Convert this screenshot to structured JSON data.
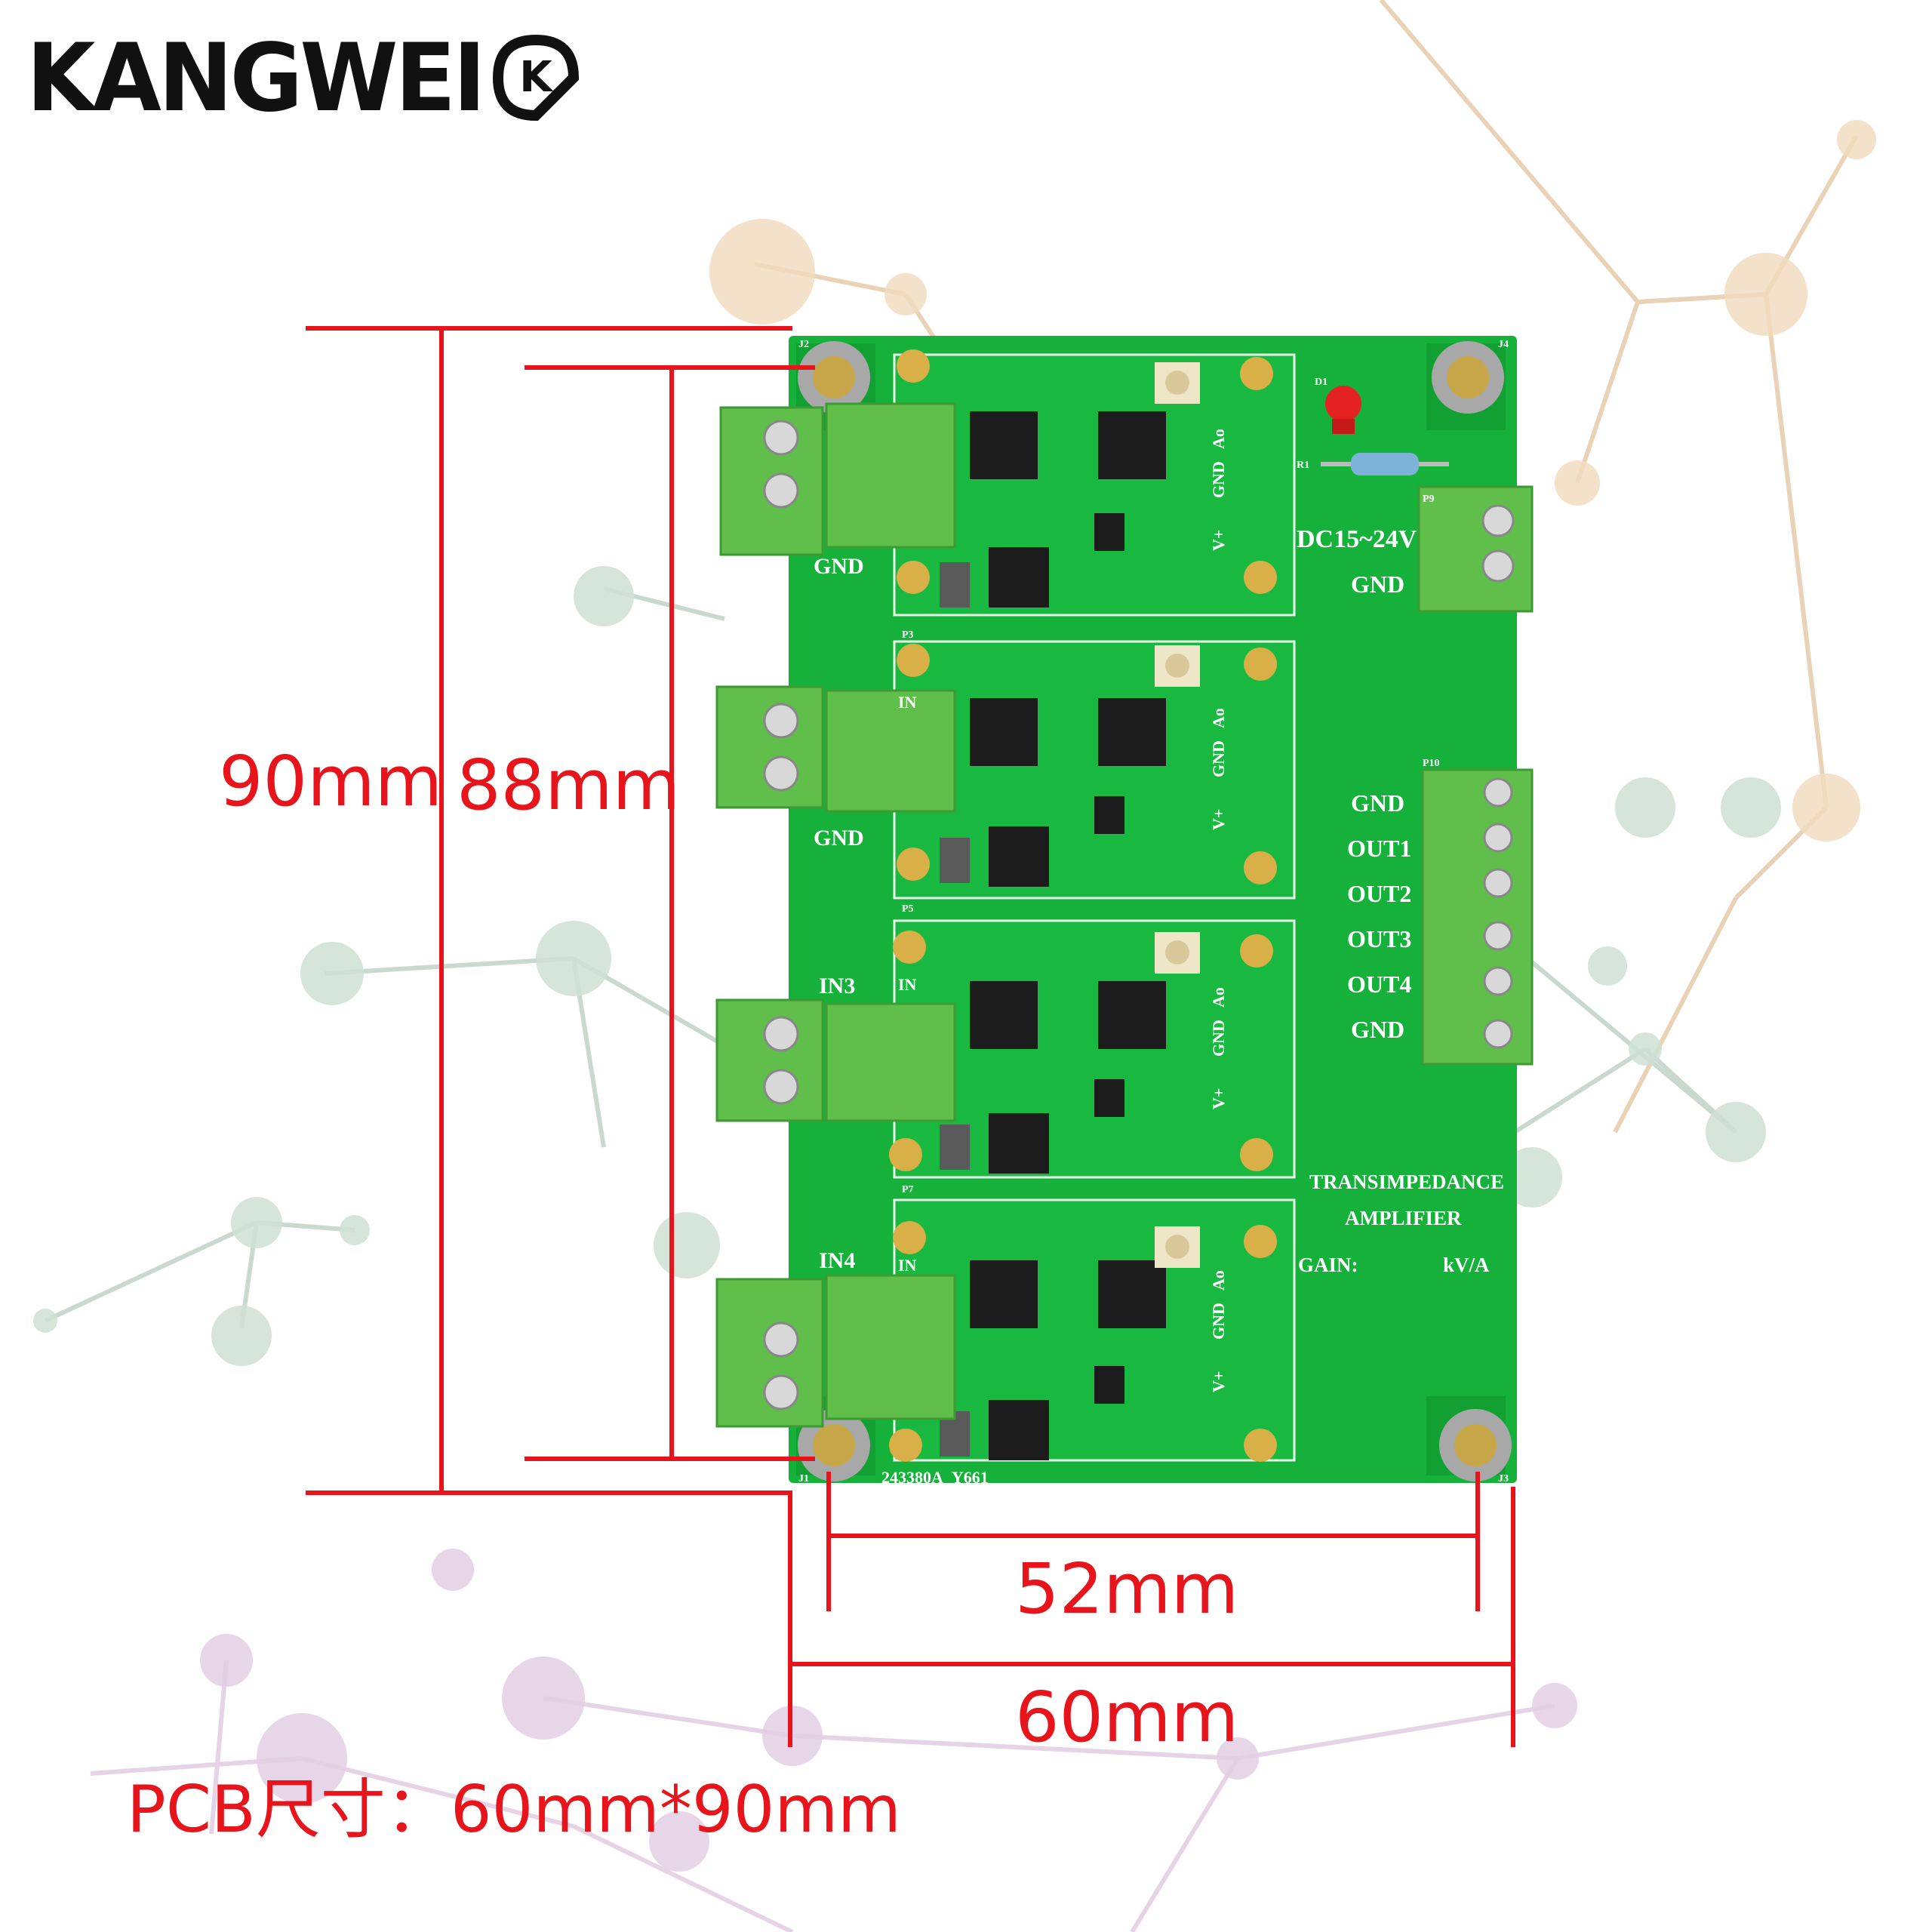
{
  "logo": {
    "brand": "KANGWEI",
    "badge_letter": "K"
  },
  "dimensions": {
    "height_outer": "90mm",
    "height_inner": "88mm",
    "width_inner": "52mm",
    "width_outer": "60mm",
    "pcb_size": "PCB尺寸：60mm*90mm"
  },
  "board": {
    "title_line1": "TRANSIMPEDANCE",
    "title_line2": "AMPLIFIER",
    "gain_label": "GAIN:",
    "gain_unit": "kV/A",
    "power_label": "DC15~24V",
    "power_gnd": "GND",
    "part_number": "243380A_Y661",
    "output_labels": [
      "GND",
      "OUT1",
      "OUT2",
      "OUT3",
      "OUT4",
      "GND"
    ],
    "input_labels": [
      "IN3",
      "IN4"
    ],
    "gnd_label": "GND",
    "in_small": "IN",
    "pin_labels": [
      "V+",
      "GND",
      "Ao"
    ],
    "refs": {
      "j1": "J1",
      "j2": "J2",
      "j3": "J3",
      "j4": "J4",
      "p9": "P9",
      "p10": "P10",
      "d1": "D1",
      "r1": "R1",
      "p3": "P3",
      "p5": "P5",
      "p7": "P7"
    }
  },
  "colors": {
    "pcb": "#16b13a",
    "dimension_red": "#e8141c",
    "terminal": "#5fbf4a"
  }
}
